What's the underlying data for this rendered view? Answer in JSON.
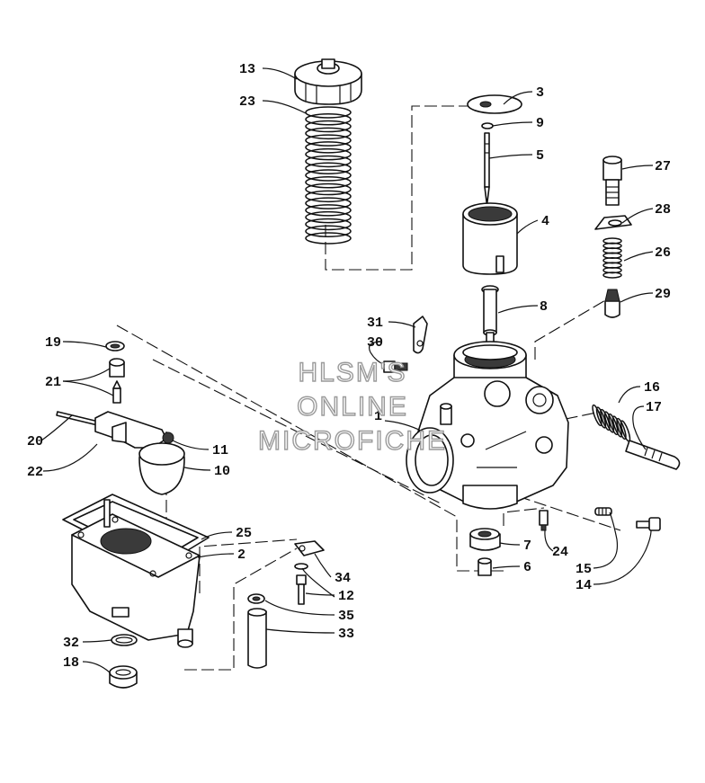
{
  "watermark": {
    "line1": "HLSM'S",
    "line2": "ONLINE",
    "line3": "MICROFICHE"
  },
  "callouts": [
    {
      "id": "c13",
      "label": "13"
    },
    {
      "id": "c23",
      "label": "23"
    },
    {
      "id": "c3",
      "label": "3"
    },
    {
      "id": "c9",
      "label": "9"
    },
    {
      "id": "c5",
      "label": "5"
    },
    {
      "id": "c4",
      "label": "4"
    },
    {
      "id": "c27",
      "label": "27"
    },
    {
      "id": "c28",
      "label": "28"
    },
    {
      "id": "c26",
      "label": "26"
    },
    {
      "id": "c29",
      "label": "29"
    },
    {
      "id": "c8",
      "label": "8"
    },
    {
      "id": "c31",
      "label": "31"
    },
    {
      "id": "c30",
      "label": "30"
    },
    {
      "id": "c19",
      "label": "19"
    },
    {
      "id": "c21",
      "label": "21"
    },
    {
      "id": "c1",
      "label": "1"
    },
    {
      "id": "c16",
      "label": "16"
    },
    {
      "id": "c17",
      "label": "17"
    },
    {
      "id": "c20",
      "label": "20"
    },
    {
      "id": "c11",
      "label": "11"
    },
    {
      "id": "c22",
      "label": "22"
    },
    {
      "id": "c10",
      "label": "10"
    },
    {
      "id": "c25",
      "label": "25"
    },
    {
      "id": "c2",
      "label": "2"
    },
    {
      "id": "c7",
      "label": "7"
    },
    {
      "id": "c24",
      "label": "24"
    },
    {
      "id": "c6",
      "label": "6"
    },
    {
      "id": "c15",
      "label": "15"
    },
    {
      "id": "c14",
      "label": "14"
    },
    {
      "id": "c34",
      "label": "34"
    },
    {
      "id": "c12",
      "label": "12"
    },
    {
      "id": "c35",
      "label": "35"
    },
    {
      "id": "c33",
      "label": "33"
    },
    {
      "id": "c32",
      "label": "32"
    },
    {
      "id": "c18",
      "label": "18"
    }
  ]
}
